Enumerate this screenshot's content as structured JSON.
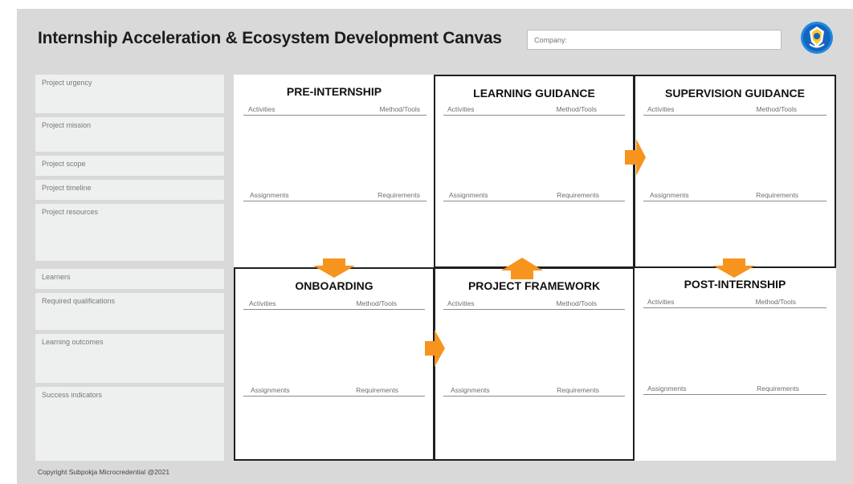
{
  "title": "Internship Acceleration & Ecosystem Development Canvas",
  "company": {
    "label": "Company:"
  },
  "logo": {
    "icon": "ministry-emblem-icon",
    "color": "#1e88e5"
  },
  "sidebar": {
    "items": [
      {
        "label": "Project urgency"
      },
      {
        "label": "Project mission"
      },
      {
        "label": "Project scope"
      },
      {
        "label": "Project timeline"
      },
      {
        "label": "Project resources"
      },
      {
        "label": "Learners"
      },
      {
        "label": "Required qualifications"
      },
      {
        "label": "Learning outcomes"
      },
      {
        "label": "Success indicators"
      }
    ]
  },
  "phases": [
    {
      "title": "PRE-INTERNSHIP",
      "activities": "Activities",
      "methods": "Method/Tools",
      "assignments": "Assignments",
      "requirements": "Requirements"
    },
    {
      "title": "LEARNING GUIDANCE",
      "activities": "Activities",
      "methods": "Method/Tools",
      "assignments": "Assignments",
      "requirements": "Requirements"
    },
    {
      "title": "SUPERVISION GUIDANCE",
      "activities": "Activities",
      "methods": "Method/Tools",
      "assignments": "Assignments",
      "requirements": "Requirements"
    },
    {
      "title": "ONBOARDING",
      "activities": "Activities",
      "methods": "Method/Tools",
      "assignments": "Assignments",
      "requirements": "Requirements"
    },
    {
      "title": "PROJECT FRAMEWORK",
      "activities": "Activities",
      "methods": "Method/Tools",
      "assignments": "Assignments",
      "requirements": "Requirements"
    },
    {
      "title": "POST-INTERNSHIP",
      "activities": "Activities",
      "methods": "Method/Tools",
      "assignments": "Assignments",
      "requirements": "Requirements"
    }
  ],
  "arrow_color": "#f7941d",
  "footer": "Copyright Subpokja Microcredential @2021"
}
